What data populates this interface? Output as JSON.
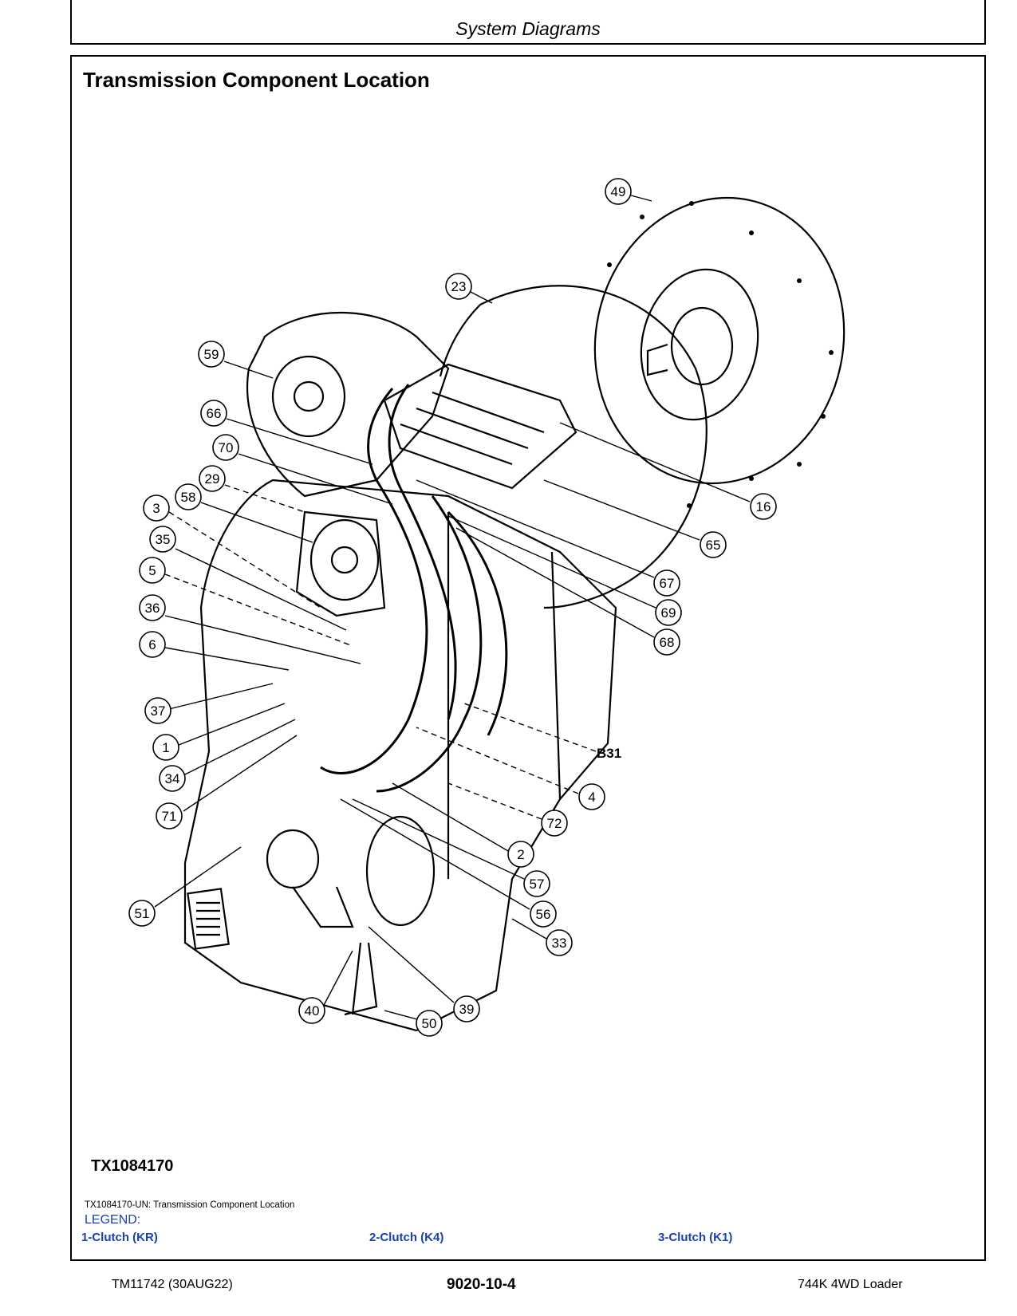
{
  "header": {
    "section": "System Diagrams"
  },
  "page": {
    "title": "Transmission Component Location",
    "figure_id": "TX1084170",
    "caption": "TX1084170-UN: Transmission Component Location",
    "legend_heading": "LEGEND:",
    "legend": [
      "1-Clutch (KR)",
      "2-Clutch (K4)",
      "3-Clutch (K1)"
    ]
  },
  "callouts": {
    "c49": "49",
    "c23": "23",
    "c59": "59",
    "c66": "66",
    "c70": "70",
    "c29": "29",
    "c3": "3",
    "c58": "58",
    "c35": "35",
    "c5": "5",
    "c36": "36",
    "c6": "6",
    "c37": "37",
    "c1": "1",
    "c34": "34",
    "c71": "71",
    "c51": "51",
    "c40": "40",
    "c50": "50",
    "c39": "39",
    "c16": "16",
    "c65": "65",
    "c67": "67",
    "c69": "69",
    "c68": "68",
    "c4": "4",
    "c72": "72",
    "c2": "2",
    "c57": "57",
    "c56": "56",
    "c33": "33",
    "b31": "B31"
  },
  "footer": {
    "left": "TM11742 (30AUG22)",
    "center": "9020-10-4",
    "right": "744K 4WD Loader"
  }
}
